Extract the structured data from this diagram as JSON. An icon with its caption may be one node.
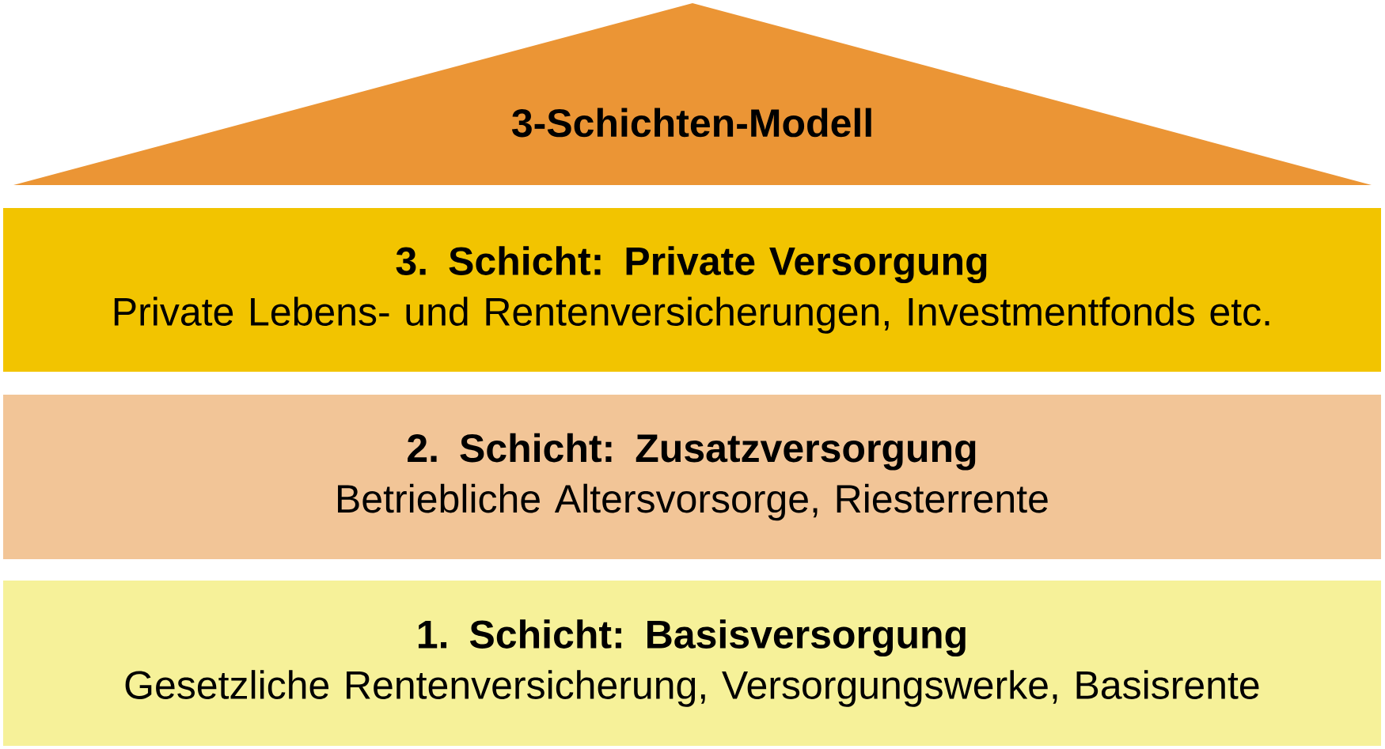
{
  "diagram": {
    "nodes": [
      {
        "text": [
          "3-Schichten-Modell"
        ]
      },
      {
        "text": [
          "3. Schicht: Private Versorgung",
          "Private Lebens- und Rentenversicherungen, Investmentfonds etc."
        ]
      },
      {
        "text": [
          "2. Schicht: Zusatzversorgung",
          "Betriebliche Altersvorsorge, Riesterrente"
        ]
      },
      {
        "text": [
          "1. Schicht: Basisversorgung",
          "Gesetzliche Rentenversicherung, Versorgungswerke, Basisrente"
        ]
      }
    ]
  }
}
